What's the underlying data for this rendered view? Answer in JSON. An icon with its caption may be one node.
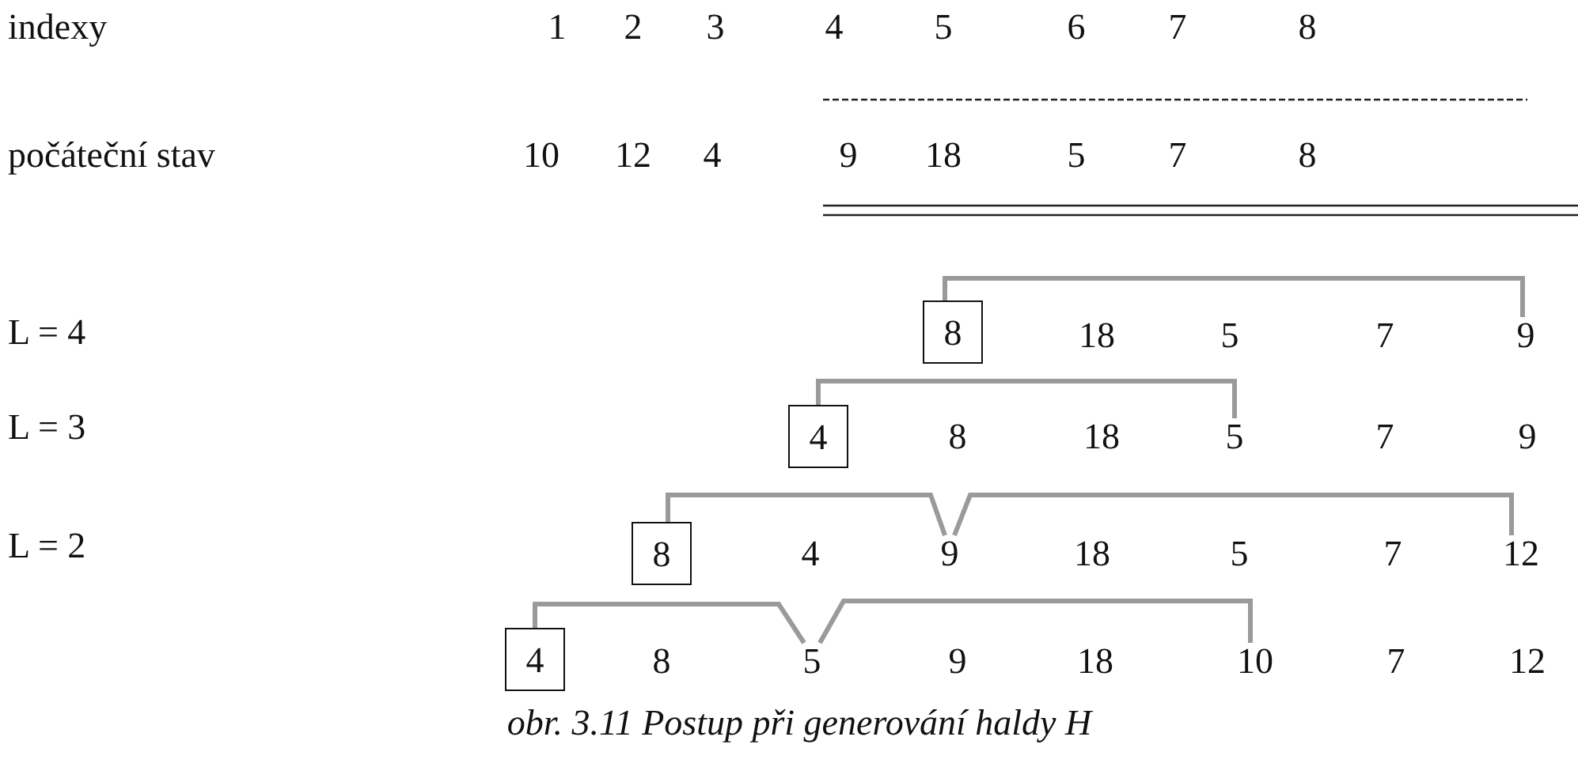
{
  "diagram": {
    "caption": "obr. 3.11 Postup při generování haldy H",
    "nodes": [
      {
        "text": [
          "8"
        ]
      },
      {
        "text": [
          "9"
        ]
      },
      {
        "text": [
          "4"
        ]
      },
      {
        "text": [
          "5"
        ]
      },
      {
        "text": [
          "8"
        ]
      },
      {
        "text": [
          "9"
        ]
      },
      {
        "text": [
          "12"
        ]
      },
      {
        "text": [
          "4"
        ]
      },
      {
        "text": [
          "5"
        ]
      },
      {
        "text": [
          "10"
        ]
      }
    ],
    "edges": [
      {
        "from": 0,
        "to": 1,
        "arrow": "none"
      },
      {
        "from": 2,
        "to": 3,
        "arrow": "none"
      },
      {
        "from": 4,
        "to": 5,
        "arrow": "none"
      },
      {
        "from": 5,
        "to": 6,
        "arrow": "none"
      },
      {
        "from": 7,
        "to": 8,
        "arrow": "none"
      },
      {
        "from": 8,
        "to": 9,
        "arrow": "none"
      }
    ],
    "labels": [
      "indexy",
      "1",
      "2",
      "3",
      "4",
      "5",
      "6",
      "7",
      "8",
      "počáteční stav",
      "10",
      "12",
      "4",
      "9",
      "18",
      "5",
      "7",
      "8",
      "L = 4",
      "18",
      "5",
      "7",
      "L = 3",
      "8",
      "18",
      "7",
      "9",
      "L = 2",
      "4",
      "18",
      "5",
      "7",
      "8",
      "9",
      "18",
      "7",
      "12"
    ]
  }
}
